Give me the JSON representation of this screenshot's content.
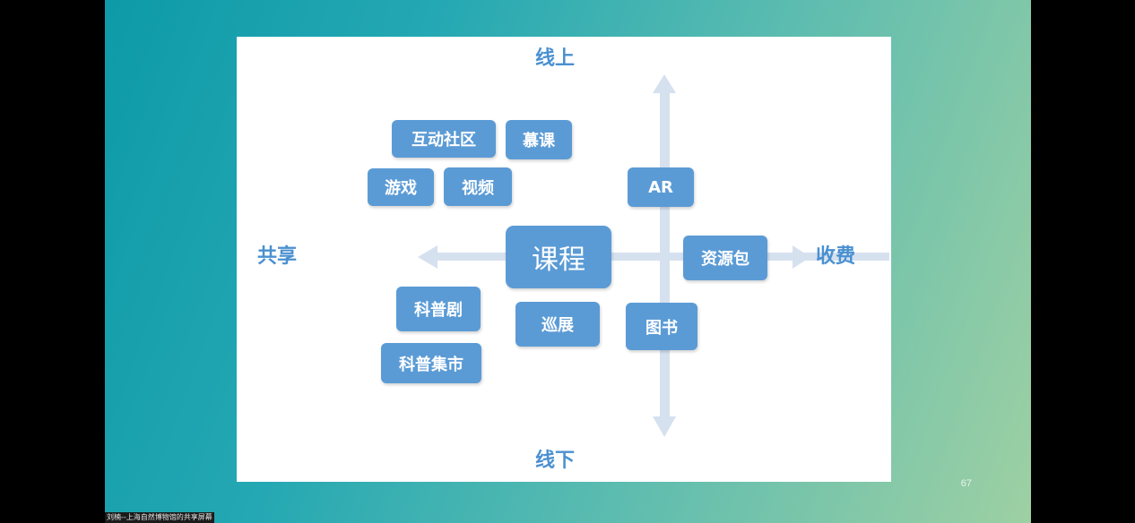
{
  "axes": {
    "top": "线上",
    "bottom": "线下",
    "left": "共享",
    "right": "收费"
  },
  "center": "课程",
  "items": {
    "community": "互动社区",
    "mooc": "慕课",
    "games": "游戏",
    "video": "视频",
    "ar": "AR",
    "resource_pack": "资源包",
    "science_drama": "科普剧",
    "tour_exhibition": "巡展",
    "books": "图书",
    "science_market": "科普集市"
  },
  "page_number": "67",
  "caption": "刘楠--上海自然博物馆的共享屏幕"
}
